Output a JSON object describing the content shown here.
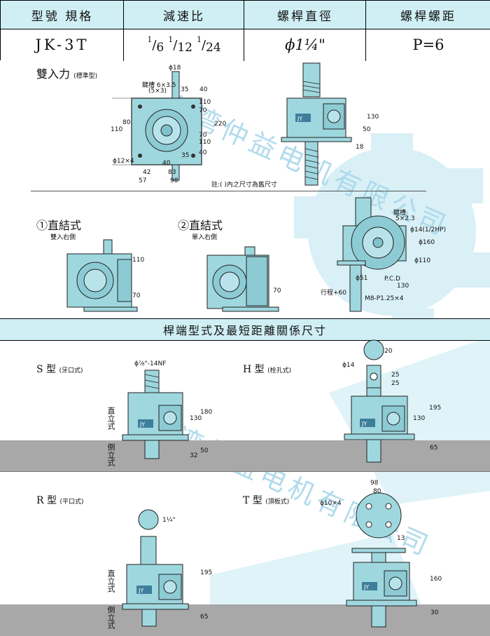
{
  "header": {
    "captions": [
      "型號 規格",
      "減速比",
      "螺桿直徑",
      "螺桿螺距"
    ],
    "model": "JK-3T",
    "ratio_fractions": [
      "6",
      "12",
      "24"
    ],
    "screw_diameter": "ϕ1¼\"",
    "pitch": "P=6"
  },
  "watermark": "台湾仲益电机有限公司",
  "section1": {
    "title": "雙入力",
    "subtitle": "(標準型)",
    "key_label": "鍵槽 6×3.5",
    "key_label2": "(5×3)",
    "shaft_dia": "ϕ18",
    "dims_right": [
      "35",
      "40",
      "110",
      "70",
      "220",
      "70",
      "110",
      "40",
      "35"
    ],
    "dims_left": [
      "80",
      "110"
    ],
    "bolt": "ϕ12×4",
    "dims_bottom": [
      "40",
      "83",
      "42",
      "57",
      "98"
    ],
    "side_dims": [
      "130",
      "50",
      "18"
    ],
    "note": "註:( )內之尺寸為舊尺寸",
    "badge": "JY"
  },
  "section2": {
    "item1": "①直結式",
    "item1_sub": "雙入右側",
    "item1_dims": [
      "110",
      "70"
    ],
    "item2": "②直結式",
    "item2_sub": "單入右側",
    "item2_dims": [
      "70"
    ],
    "key": "鍵槽",
    "key_size": "5×2.3",
    "motor_dims": [
      "ϕ14(1/2HP)",
      "ϕ160",
      "ϕ110",
      "ϕ51",
      "P.C.D",
      "130"
    ],
    "stroke": "行程+60",
    "bolt": "M8-P1.25×4"
  },
  "band_title": "桿端型式及最短距離關係尺寸",
  "section3": {
    "s_title": "S 型",
    "s_sub": "(牙口式)",
    "s_thread": "ϕ⅞\"-14NF",
    "s_dims": [
      "180",
      "130",
      "50",
      "32"
    ],
    "h_title": "H 型",
    "h_sub": "(栓孔式)",
    "h_dims": [
      "ϕ14",
      "20",
      "25",
      "25",
      "195",
      "130",
      "65"
    ],
    "r_title": "R 型",
    "r_sub": "(平口式)",
    "r_dims": [
      "1¼\"",
      "195",
      "65"
    ],
    "t_title": "T 型",
    "t_sub": "(頂板式)",
    "t_dims": [
      "98",
      "80",
      "ϕ10×4",
      "13",
      "160",
      "30"
    ],
    "upright": "直立式",
    "inverted": "倒立式"
  }
}
